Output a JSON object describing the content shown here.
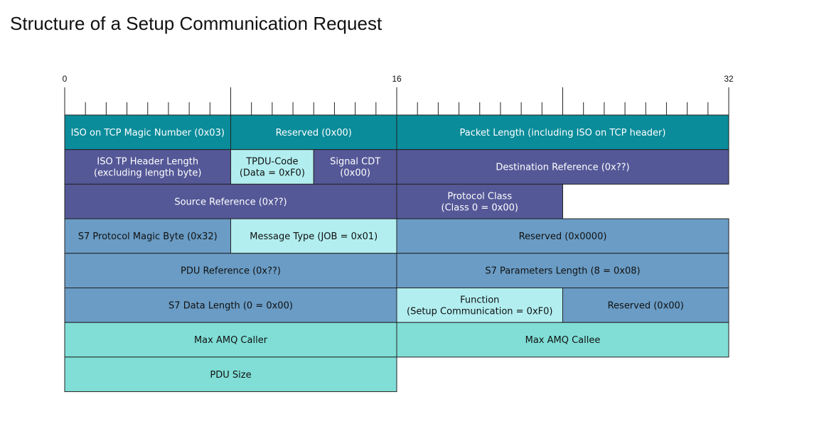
{
  "title": "Structure of a Setup Communication Request",
  "colors": {
    "teal_dark": "#0a8c9a",
    "indigo": "#545897",
    "steel_blue": "#6a9cc5",
    "light_cyan": "#b2eef0",
    "aqua": "#80ded6",
    "border": "#222222"
  },
  "bit_ruler": {
    "labels": [
      "0",
      "16",
      "32"
    ]
  },
  "rows": [
    [
      {
        "lines": [
          "ISO on TCP Magic Number (0x03)"
        ],
        "bits": 8,
        "color": "teal_dark"
      },
      {
        "lines": [
          "Reserved (0x00)"
        ],
        "bits": 8,
        "color": "teal_dark"
      },
      {
        "lines": [
          "Packet Length (including ISO on TCP header)"
        ],
        "bits": 16,
        "color": "teal_dark"
      }
    ],
    [
      {
        "lines": [
          "ISO TP Header Length",
          "(excluding length byte)"
        ],
        "bits": 8,
        "color": "indigo"
      },
      {
        "lines": [
          "TPDU-Code",
          "(Data = 0xF0)"
        ],
        "bits": 4,
        "color": "light_cyan"
      },
      {
        "lines": [
          "Signal CDT",
          "(0x00)"
        ],
        "bits": 4,
        "color": "indigo"
      },
      {
        "lines": [
          "Destination Reference (0x??)"
        ],
        "bits": 16,
        "color": "indigo"
      }
    ],
    [
      {
        "lines": [
          "Source Reference (0x??)"
        ],
        "bits": 16,
        "color": "indigo"
      },
      {
        "lines": [
          "Protocol Class",
          "(Class 0 = 0x00)"
        ],
        "bits": 8,
        "color": "indigo"
      }
    ],
    [
      {
        "lines": [
          "S7 Protocol Magic Byte (0x32)"
        ],
        "bits": 8,
        "color": "steel_blue"
      },
      {
        "lines": [
          "Message Type (JOB = 0x01)"
        ],
        "bits": 8,
        "color": "light_cyan"
      },
      {
        "lines": [
          "Reserved (0x0000)"
        ],
        "bits": 16,
        "color": "steel_blue"
      }
    ],
    [
      {
        "lines": [
          "PDU Reference (0x??)"
        ],
        "bits": 16,
        "color": "steel_blue"
      },
      {
        "lines": [
          "S7 Parameters Length (8 = 0x08)"
        ],
        "bits": 16,
        "color": "steel_blue"
      }
    ],
    [
      {
        "lines": [
          "S7 Data Length (0 = 0x00)"
        ],
        "bits": 16,
        "color": "steel_blue"
      },
      {
        "lines": [
          "Function",
          "(Setup Communication = 0xF0)"
        ],
        "bits": 8,
        "color": "light_cyan"
      },
      {
        "lines": [
          "Reserved (0x00)"
        ],
        "bits": 8,
        "color": "steel_blue"
      }
    ],
    [
      {
        "lines": [
          "Max AMQ Caller"
        ],
        "bits": 16,
        "color": "aqua"
      },
      {
        "lines": [
          "Max AMQ Callee"
        ],
        "bits": 16,
        "color": "aqua"
      }
    ],
    [
      {
        "lines": [
          "PDU Size"
        ],
        "bits": 16,
        "color": "aqua"
      }
    ]
  ]
}
